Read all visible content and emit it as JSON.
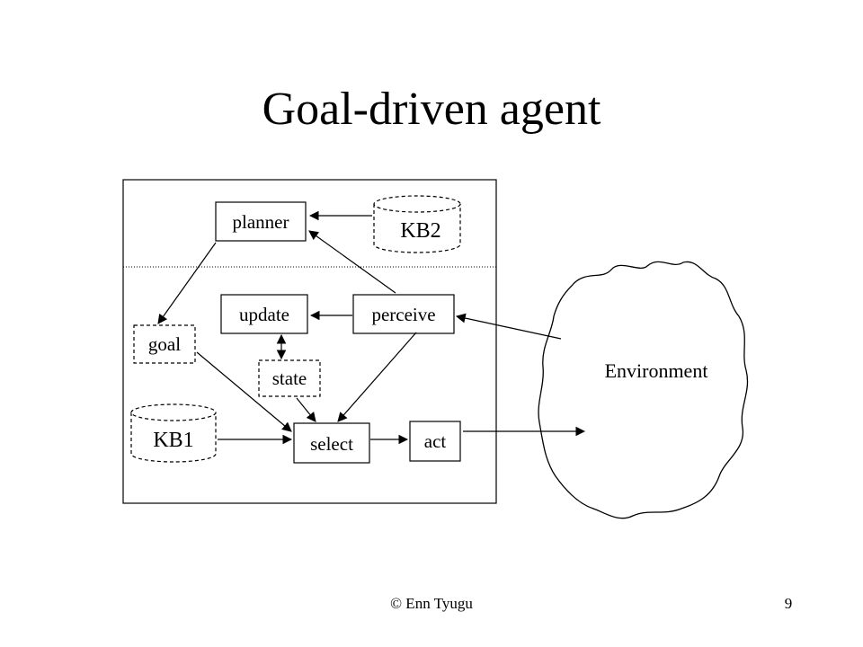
{
  "slide": {
    "title": "Goal-driven agent",
    "footer_credit": "© Enn Tyugu",
    "page_number": "9"
  },
  "diagram": {
    "nodes": {
      "planner": "planner",
      "kb2": "KB2",
      "update": "update",
      "perceive": "perceive",
      "goal": "goal",
      "state": "state",
      "kb1": "KB1",
      "select": "select",
      "act": "act",
      "environment": "Environment"
    }
  }
}
